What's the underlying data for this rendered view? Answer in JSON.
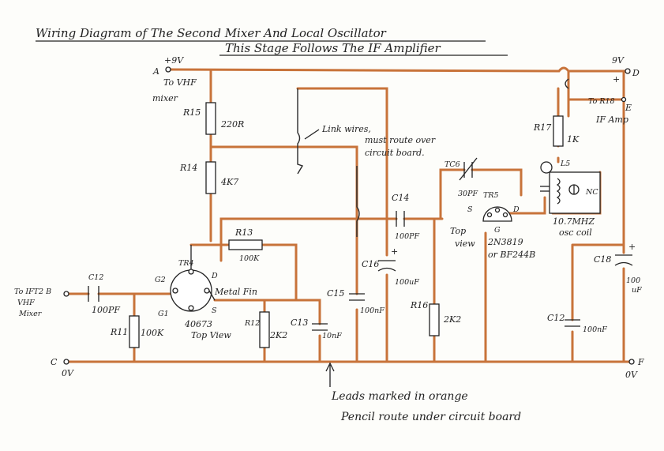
{
  "title": {
    "line1": "Wiring Diagram of The Second Mixer And Local Oscillator",
    "line2": "This Stage Follows The IF Amplifier"
  },
  "terminals": {
    "a": "A",
    "a_volt": "+9V",
    "a_desc1": "To VHF",
    "a_desc2": "mixer",
    "d": "D",
    "d_volt": "9V",
    "d_plus": "+",
    "e": "E",
    "e_desc1": "To R18",
    "e_desc2": "IF Amp",
    "b_desc1": "To IFT2 B",
    "b_desc2": "VHF",
    "b_desc3": "Mixer",
    "c": "C",
    "c_volt": "0V",
    "f": "F",
    "f_volt": "0V"
  },
  "components": {
    "r15": "R15",
    "r15_val": "220R",
    "r14": "R14",
    "r14_val": "4K7",
    "r13": "R13",
    "r13_val": "100K",
    "r11": "R11",
    "r11_val": "100K",
    "r12": "R12",
    "r12_val": "2K2",
    "r16": "R16",
    "r16_val": "2K2",
    "r17": "R17",
    "r17_val": "1K",
    "c12a": "C12",
    "c12a_val": "100PF",
    "c13": "C13",
    "c13_val": "10nF",
    "c14": "C14",
    "c14_val": "100PF",
    "c15": "C15",
    "c15_val": "100nF",
    "c16": "C16",
    "c16_val": "100uF",
    "c17": "C12",
    "c17_val": "100nF",
    "c18": "C18",
    "c18_val1": "100",
    "c18_val2": "uF",
    "tc6": "TC6",
    "tc6_val": "30PF",
    "tr4": "TR4",
    "tr4_part": "40673",
    "tr4_view": "Top View",
    "tr4_g1": "G1",
    "tr4_g2": "G2",
    "tr4_d": "D",
    "tr4_s": "S",
    "tr4_fin": "Metal Fin",
    "tr5": "TR5",
    "tr5_s": "S",
    "tr5_d": "D",
    "tr5_g": "G",
    "tr5_view1": "Top",
    "tr5_view2": "view",
    "tr5_part1": "2N3819",
    "tr5_part2": "or BF244B",
    "l5": "L5",
    "l5_nc": "NC",
    "l5_freq": "10.7MHZ",
    "l5_desc": "osc coil",
    "plus": "+"
  },
  "notes": {
    "link1": "Link wires,",
    "link2": "must route over",
    "link3": "circuit board.",
    "leads1": "Leads marked in orange",
    "leads2": "Pencil route under circuit board"
  }
}
